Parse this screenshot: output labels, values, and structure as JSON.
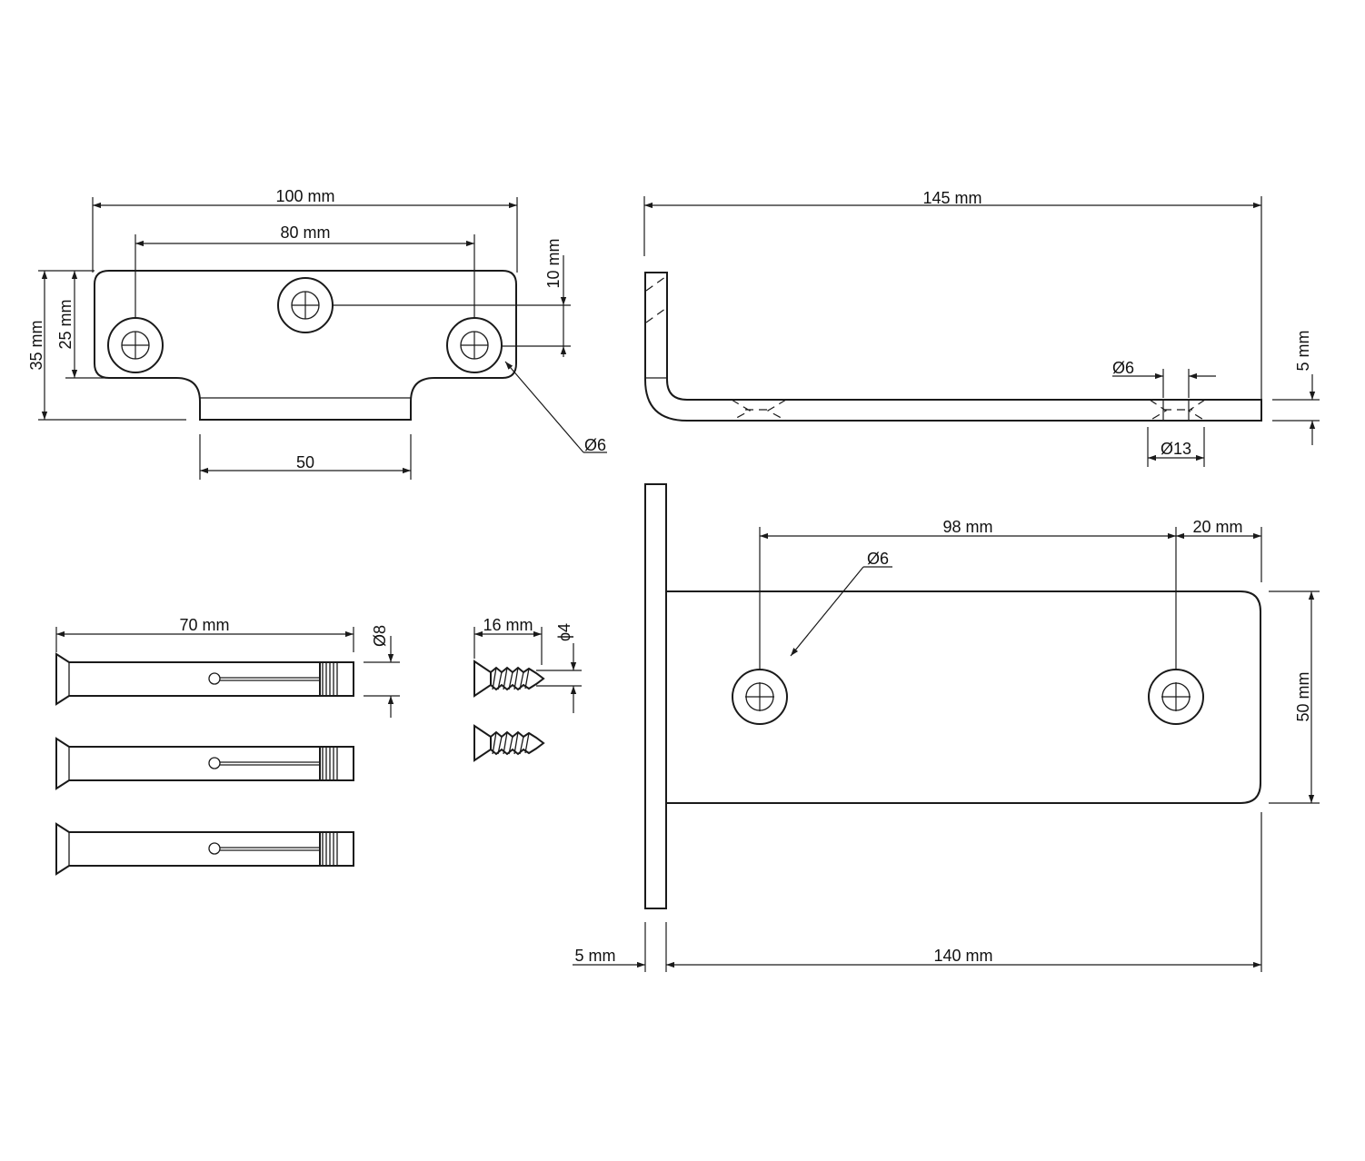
{
  "colors": {
    "line": "#1a1a1a",
    "background": "#ffffff"
  },
  "dims": {
    "top_width": "100 mm",
    "top_hole_spacing": "80 mm",
    "top_offset": "10 mm",
    "top_height_outer": "35 mm",
    "top_height_inner": "25 mm",
    "top_tab_width": "50",
    "top_hole_dia": "Ø6",
    "side_length": "145 mm",
    "side_thickness": "5 mm",
    "side_hole_dia": "Ø6",
    "side_counterbore": "Ø13",
    "front_hole_spacing": "98 mm",
    "front_edge_offset": "20 mm",
    "front_hole_dia": "Ø6",
    "front_height": "50 mm",
    "front_plate_thickness": "5 mm",
    "front_length": "140 mm",
    "anchor_length": "70 mm",
    "anchor_dia": "Ø8",
    "screw_length": "16 mm",
    "screw_dia": "ϕ4"
  }
}
